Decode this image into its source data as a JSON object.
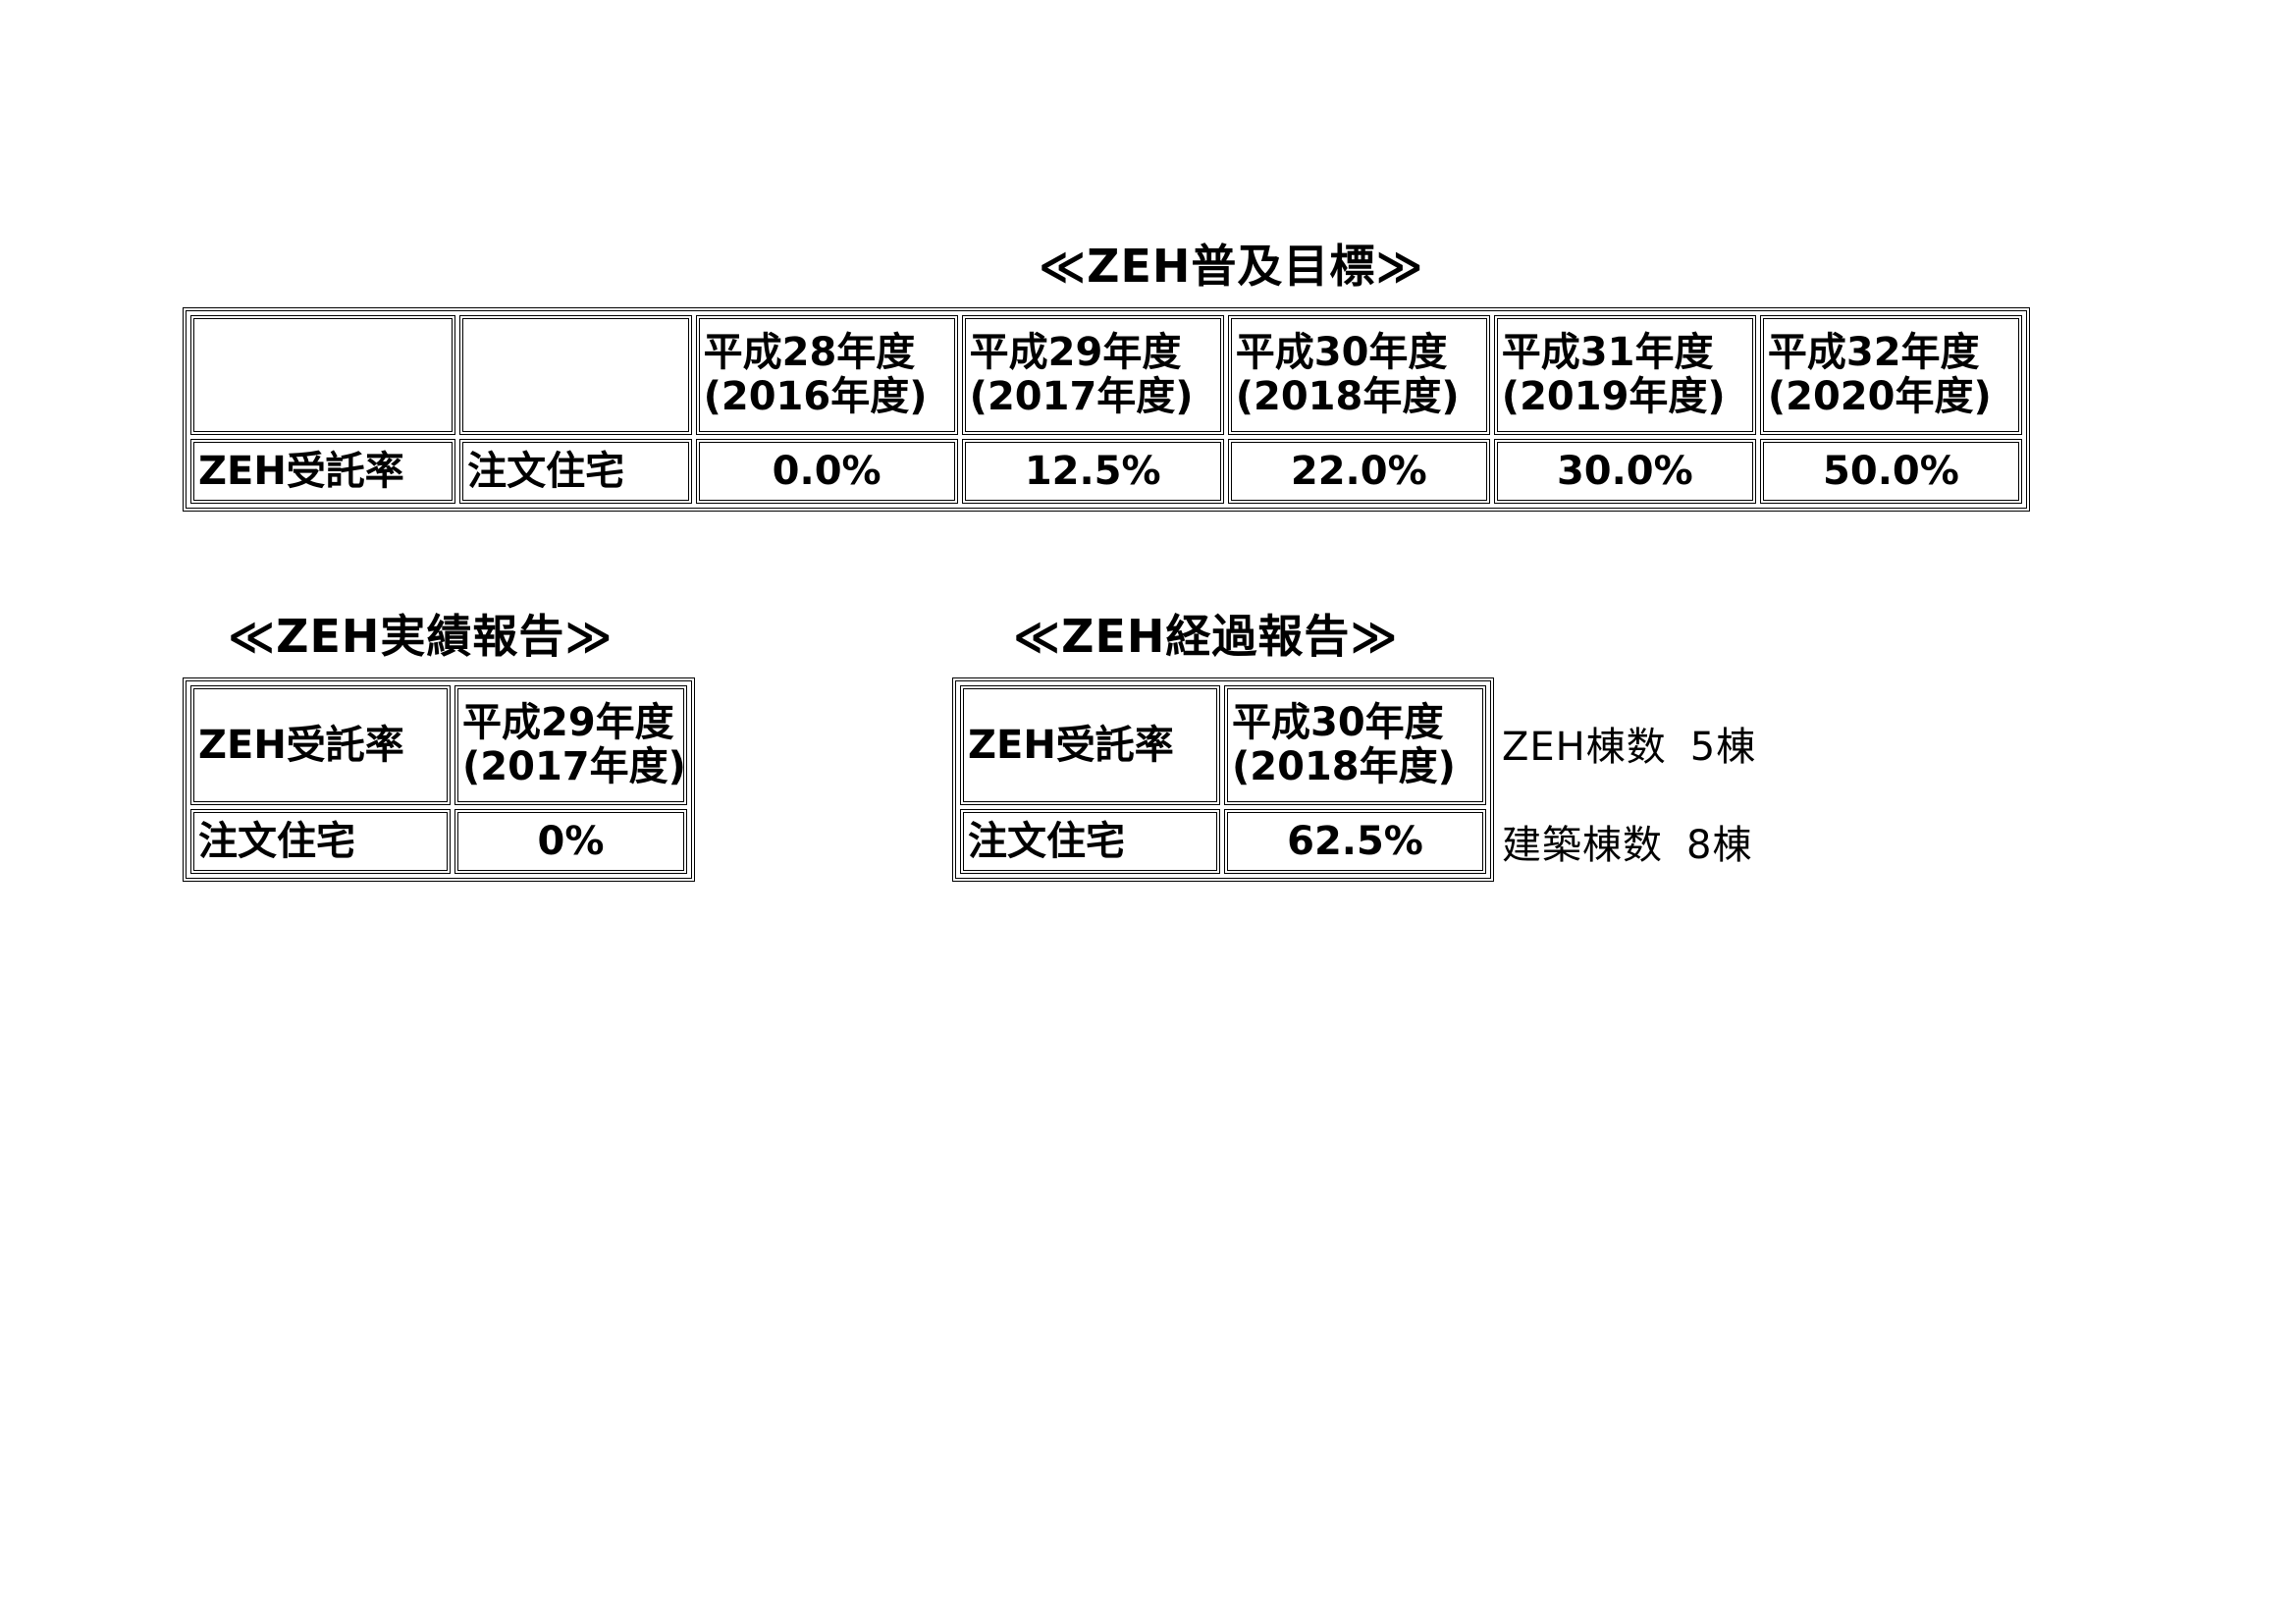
{
  "targets": {
    "title": "≪ZEH普及目標≫",
    "header_blank_1": "",
    "header_blank_2": "",
    "years": [
      {
        "line1": "平成28年度",
        "line2": "(2016年度)"
      },
      {
        "line1": "平成29年度",
        "line2": "(2017年度)"
      },
      {
        "line1": "平成30年度",
        "line2": "(2018年度)"
      },
      {
        "line1": "平成31年度",
        "line2": "(2019年度)"
      },
      {
        "line1": "平成32年度",
        "line2": "(2020年度)"
      }
    ],
    "row_label": "ZEH受託率",
    "row_sublabel": "注文住宅",
    "values": [
      "0.0%",
      "12.5%",
      "22.0%",
      "30.0%",
      "50.0%"
    ]
  },
  "results": {
    "title": "≪ZEH実績報告≫",
    "row_label": "ZEH受託率",
    "year_line1": "平成29年度",
    "year_line2": "(2017年度)",
    "row_sublabel": "注文住宅",
    "value": "0%"
  },
  "progress": {
    "title": "≪ZEH経過報告≫",
    "row_label": "ZEH受託率",
    "year_line1": "平成30年度",
    "year_line2": "(2018年度)",
    "row_sublabel": "注文住宅",
    "value": "62.5%",
    "notes": [
      {
        "label": "ZEH棟数",
        "value": "5棟"
      },
      {
        "label": "建築棟数",
        "value": "8棟"
      }
    ]
  }
}
